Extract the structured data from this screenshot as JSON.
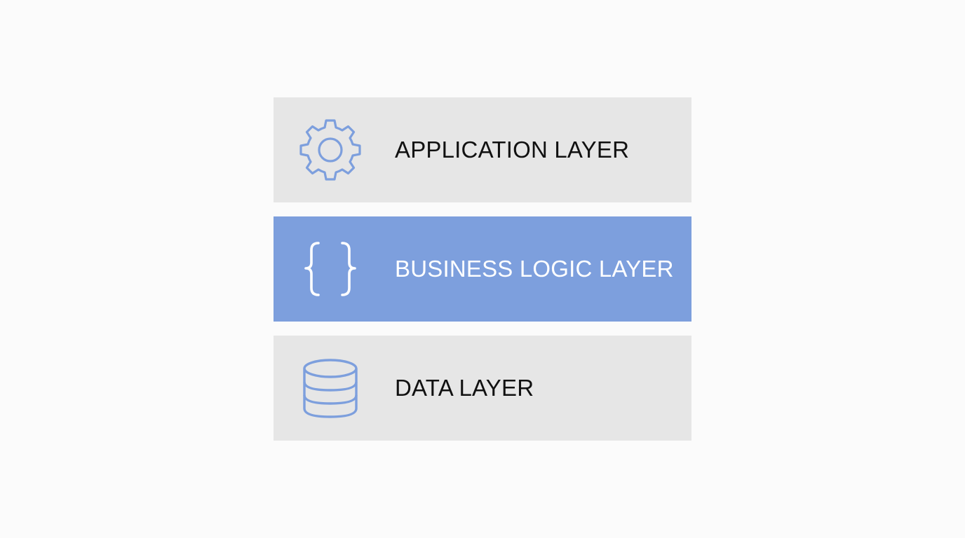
{
  "diagram": {
    "type": "layered-architecture",
    "layers": [
      {
        "label": "APPLICATION LAYER",
        "icon": "gear-icon",
        "highlighted": false,
        "background": "#e6e6e6",
        "icon_color": "#7d9fdd",
        "text_color": "#111111"
      },
      {
        "label": "BUSINESS LOGIC LAYER",
        "icon": "curly-braces-icon",
        "highlighted": true,
        "background": "#7d9fdd",
        "icon_color": "#ffffff",
        "text_color": "#ffffff"
      },
      {
        "label": "DATA LAYER",
        "icon": "database-icon",
        "highlighted": false,
        "background": "#e6e6e6",
        "icon_color": "#7d9fdd",
        "text_color": "#111111"
      }
    ]
  }
}
